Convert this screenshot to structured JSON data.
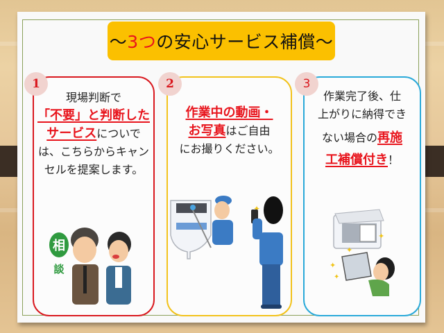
{
  "title": {
    "prefix": "～",
    "number": "3つ",
    "rest": "の安心サービス補償～"
  },
  "colors": {
    "title_bg": "#fbc000",
    "accent_red": "#e8141c",
    "panel1_border": "#d9181e",
    "panel2_border": "#f2c21a",
    "panel3_border": "#29a9d9"
  },
  "panels": [
    {
      "badge": "1",
      "lines": [
        {
          "plain": "現場判断で"
        },
        {
          "red": "「不要」と判断した"
        },
        {
          "red": "サービス",
          "plain": "についで"
        },
        {
          "plain": "は、こちらからキャン"
        },
        {
          "plain": "セルを提案します。"
        }
      ],
      "illustration": "consultation-people",
      "stamp_top": "相",
      "stamp_bottom": "談"
    },
    {
      "badge": "2",
      "lines": [
        {
          "red": "作業中の動画・"
        },
        {
          "red": "お写真",
          "plain": "はご自由"
        },
        {
          "plain": "にお撮りください。"
        }
      ],
      "illustration": "aircon-cleaning-and-photo"
    },
    {
      "badge": "3",
      "lines": [
        {
          "plain": "作業完了後、仕"
        },
        {
          "plain": "上がりに納得でき"
        },
        {
          "plain": "ない場合の",
          "red": "再施"
        },
        {
          "red": "工補償付き",
          "plain": "！"
        }
      ],
      "illustration": "aircon-filter-woman"
    }
  ]
}
